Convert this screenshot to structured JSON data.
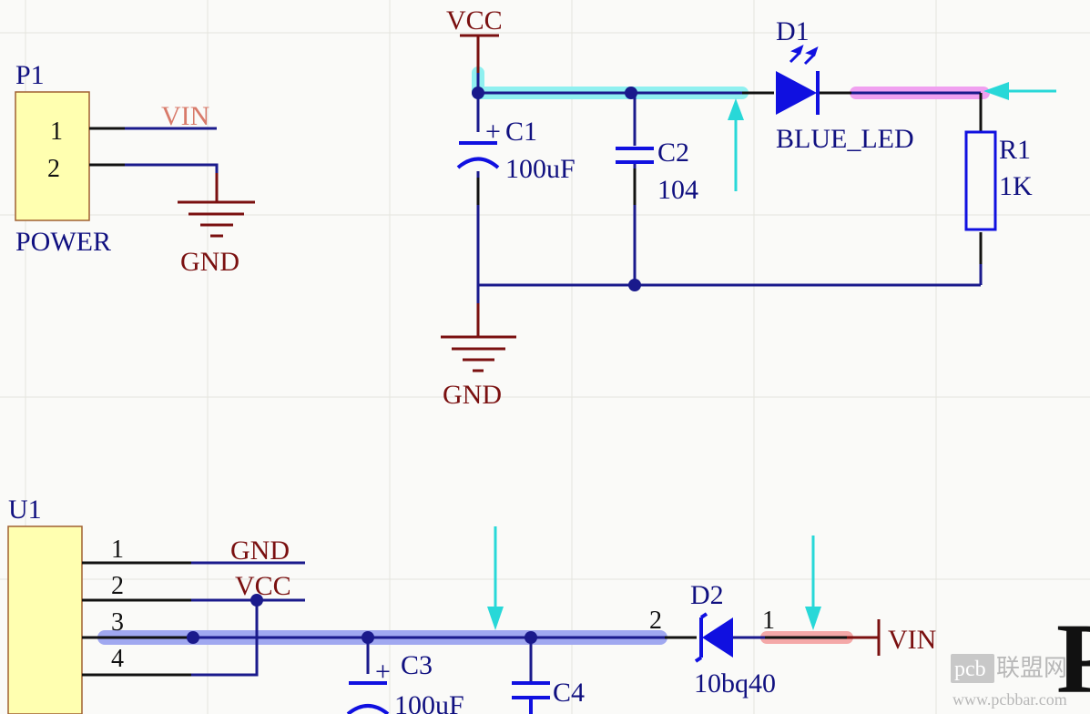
{
  "components": {
    "p1": {
      "ref": "P1",
      "name": "POWER",
      "pins": [
        "1",
        "2"
      ]
    },
    "u1": {
      "ref": "U1",
      "pins": [
        "1",
        "2",
        "3",
        "4"
      ]
    },
    "c1": {
      "ref": "C1",
      "polarity": "+",
      "value": "100uF"
    },
    "c2": {
      "ref": "C2",
      "value": "104"
    },
    "c3": {
      "ref": "C3",
      "polarity": "+",
      "value": "100uF"
    },
    "c4": {
      "ref": "C4"
    },
    "d1": {
      "ref": "D1",
      "value": "BLUE_LED"
    },
    "d2": {
      "ref": "D2",
      "value": "10bq40",
      "pin_anode": "2",
      "pin_cathode": "1"
    },
    "r1": {
      "ref": "R1",
      "value": "1K"
    }
  },
  "nets": {
    "vin_p1": "VIN",
    "gnd_p1": "GND",
    "vcc_top": "VCC",
    "gnd_top": "GND",
    "gnd_u1": "GND",
    "vcc_u1": "VCC",
    "vin_bottom": "VIN"
  },
  "partial_glyph": "P",
  "watermark": {
    "brand": "pcb",
    "cn": "联盟网",
    "url": "www.pcbbar.com"
  },
  "colors": {
    "wire": "#1a1a8c",
    "pin": "#111111",
    "power_port": "#7a1010",
    "component": "#1010e0",
    "highlight_cyan": "#8ff0f0",
    "highlight_pink": "#f0a0f0",
    "highlight_violet": "#a0a8f0",
    "highlight_salmon": "#f4a8a8",
    "arrow": "#28d8d8",
    "header_fill": "#ffffb0",
    "header_border": "#a06030"
  }
}
